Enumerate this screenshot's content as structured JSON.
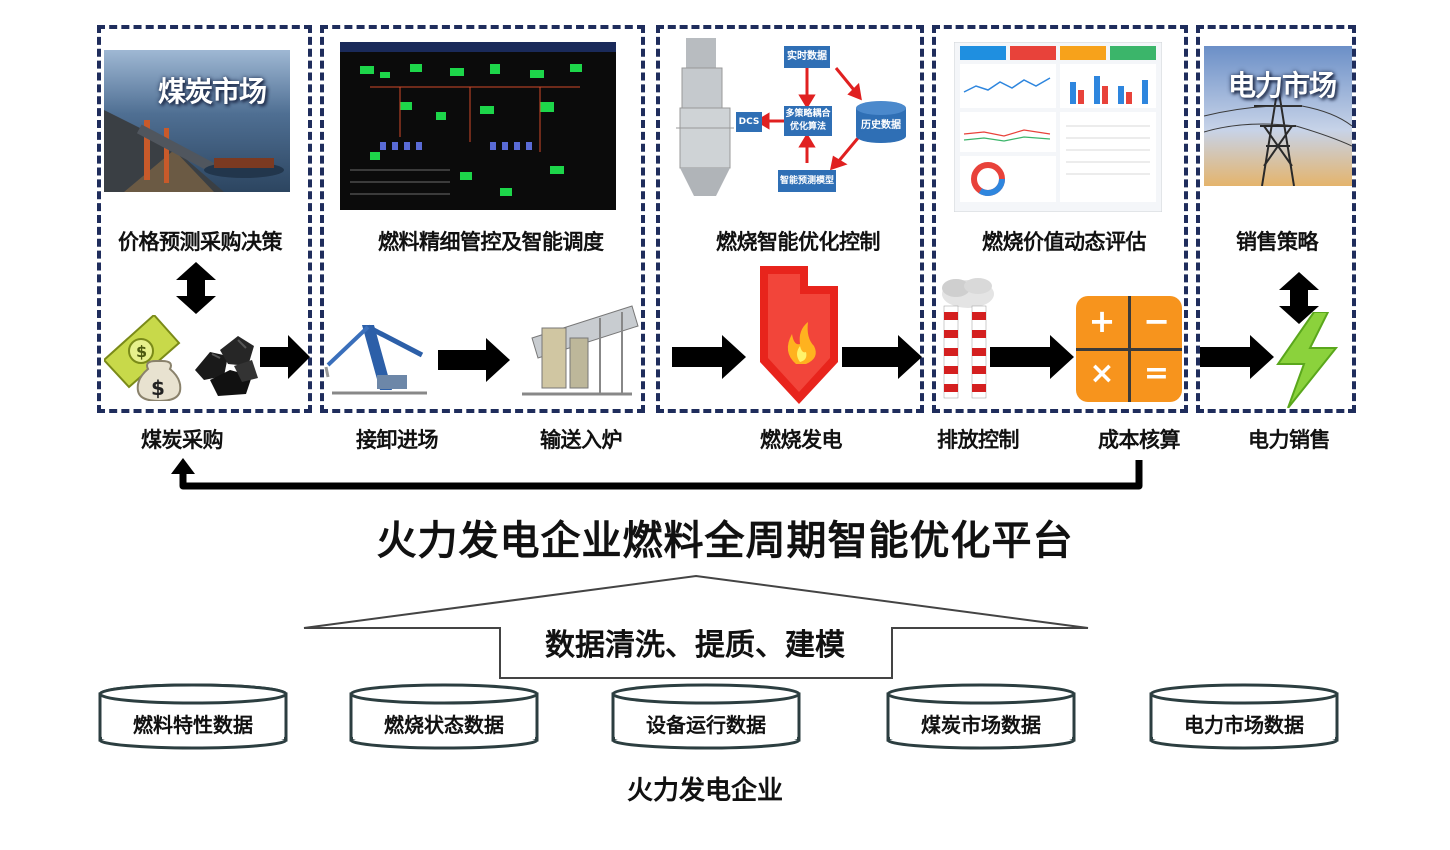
{
  "panels": [
    {
      "title": "价格预测采购决策",
      "image_caption": "煤炭市场"
    },
    {
      "title": "燃料精细管控及智能调度"
    },
    {
      "title": "燃烧智能优化控制",
      "flow": {
        "node_realtime": "实时数据",
        "node_algo_line1": "多策略耦合",
        "node_algo_line2": "优化算法",
        "node_dcs": "DCS",
        "node_history": "历史数据",
        "node_predict": "智能预测模型"
      }
    },
    {
      "title": "燃烧价值动态评估"
    },
    {
      "title": "销售策略",
      "image_caption": "电力市场"
    }
  ],
  "steps": [
    "煤炭采购",
    "接卸进场",
    "输送入炉",
    "燃烧发电",
    "排放控制",
    "成本核算",
    "电力销售"
  ],
  "platform_title": "火力发电企业燃料全周期智能优化平台",
  "processing_label": "数据清洗、提质、建模",
  "databases": [
    "燃料特性数据",
    "燃烧状态数据",
    "设备运行数据",
    "煤炭市场数据",
    "电力市场数据"
  ],
  "enterprise_label": "火力发电企业",
  "calculator_symbols": [
    "+",
    "−",
    "×",
    "="
  ],
  "colors": {
    "panel_border": "#1f2d5c",
    "arrow": "#000000",
    "flow_box": "#2f6fb5",
    "flow_arrow": "#e02020",
    "boiler": "#e8241c",
    "calculator": "#f7941d",
    "lightning": "#8bd23c"
  }
}
